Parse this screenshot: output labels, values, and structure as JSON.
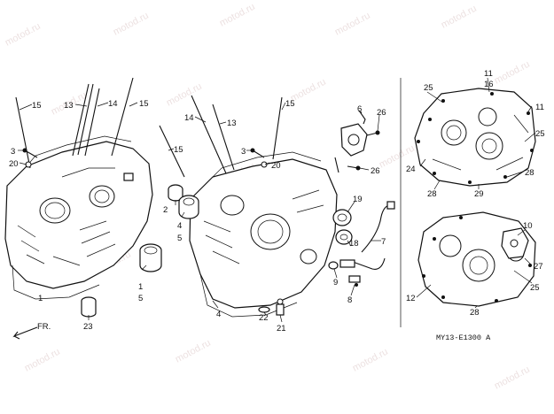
{
  "watermark": "motod.ru",
  "diagram_code": "MY13-E1300 A",
  "front_label": "FR.",
  "callouts": [
    {
      "id": "c15a",
      "text": "15"
    },
    {
      "id": "c13a",
      "text": "13"
    },
    {
      "id": "c14a",
      "text": "14"
    },
    {
      "id": "c15b",
      "text": "15"
    },
    {
      "id": "c3a",
      "text": "3"
    },
    {
      "id": "c20a",
      "text": "20"
    },
    {
      "id": "c1a",
      "text": "1"
    },
    {
      "id": "c1b",
      "text": "1"
    },
    {
      "id": "c5a",
      "text": "5"
    },
    {
      "id": "c23",
      "text": "23"
    },
    {
      "id": "c15c",
      "text": "15"
    },
    {
      "id": "c14b",
      "text": "14"
    },
    {
      "id": "c13b",
      "text": "13"
    },
    {
      "id": "c15d",
      "text": "15"
    },
    {
      "id": "c3b",
      "text": "3"
    },
    {
      "id": "c20b",
      "text": "20"
    },
    {
      "id": "c2",
      "text": "2"
    },
    {
      "id": "c4a",
      "text": "4"
    },
    {
      "id": "c5b",
      "text": "5"
    },
    {
      "id": "c4b",
      "text": "4"
    },
    {
      "id": "c22",
      "text": "22"
    },
    {
      "id": "c21",
      "text": "21"
    },
    {
      "id": "c6",
      "text": "6"
    },
    {
      "id": "c26a",
      "text": "26"
    },
    {
      "id": "c26b",
      "text": "26"
    },
    {
      "id": "c19",
      "text": "19"
    },
    {
      "id": "c18",
      "text": "18"
    },
    {
      "id": "c7",
      "text": "7"
    },
    {
      "id": "c9",
      "text": "9"
    },
    {
      "id": "c8",
      "text": "8"
    },
    {
      "id": "c25a",
      "text": "25"
    },
    {
      "id": "c11a",
      "text": "11"
    },
    {
      "id": "c16",
      "text": "16"
    },
    {
      "id": "c11b",
      "text": "11"
    },
    {
      "id": "c25b",
      "text": "25"
    },
    {
      "id": "c24",
      "text": "24"
    },
    {
      "id": "c28a",
      "text": "28"
    },
    {
      "id": "c28b",
      "text": "28"
    },
    {
      "id": "c29",
      "text": "29"
    },
    {
      "id": "c10",
      "text": "10"
    },
    {
      "id": "c27",
      "text": "27"
    },
    {
      "id": "c25c",
      "text": "25"
    },
    {
      "id": "c12",
      "text": "12"
    },
    {
      "id": "c28c",
      "text": "28"
    }
  ]
}
